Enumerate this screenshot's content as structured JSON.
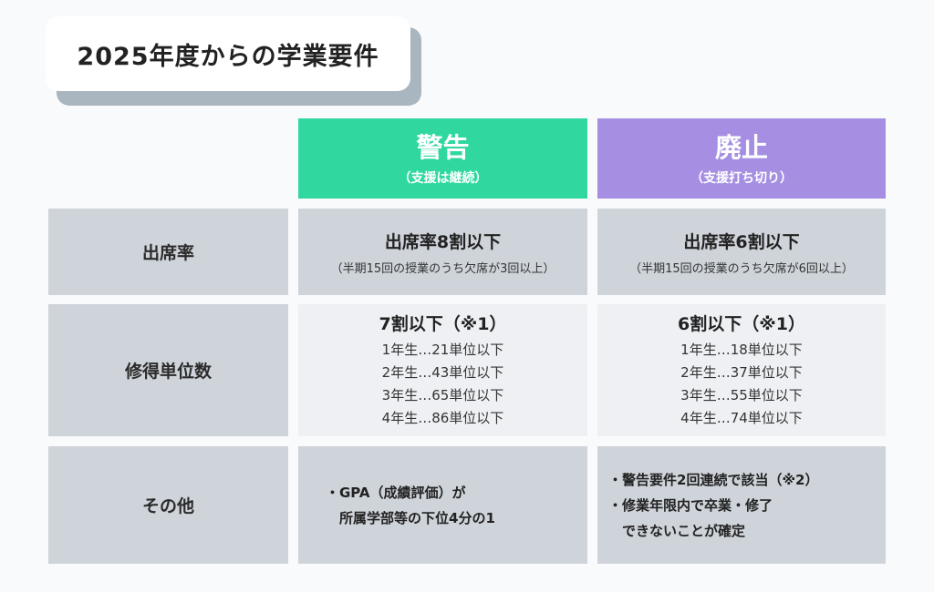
{
  "title": "2025年度からの学業要件",
  "columns": {
    "warning": {
      "title": "警告",
      "subtitle": "（支援は継続）"
    },
    "abolition": {
      "title": "廃止",
      "subtitle": "（支援打ち切り）"
    }
  },
  "rows": {
    "attendance": {
      "label": "出席率",
      "warning": {
        "main": "出席率8割以下",
        "sub": "（半期15回の授業のうち欠席が3回以上）"
      },
      "abolition": {
        "main": "出席率6割以下",
        "sub": "（半期15回の授業のうち欠席が6回以上）"
      }
    },
    "credits": {
      "label": "修得単位数",
      "warning": {
        "main": "7割以下（※1）",
        "items": [
          "1年生…21単位以下",
          "2年生…43単位以下",
          "3年生…65単位以下",
          "4年生…86単位以下"
        ]
      },
      "abolition": {
        "main": "6割以下（※1）",
        "items": [
          "1年生…18単位以下",
          "2年生…37単位以下",
          "3年生…55単位以下",
          "4年生…74単位以下"
        ]
      }
    },
    "other": {
      "label": "その他",
      "warning": {
        "lines": [
          "・GPA（成績評価）が",
          "　所属学部等の下位4分の1"
        ]
      },
      "abolition": {
        "lines": [
          "・警告要件2回連続で該当（※2）",
          "・修業年限内で卒業・修了",
          "　できないことが確定"
        ]
      }
    }
  }
}
